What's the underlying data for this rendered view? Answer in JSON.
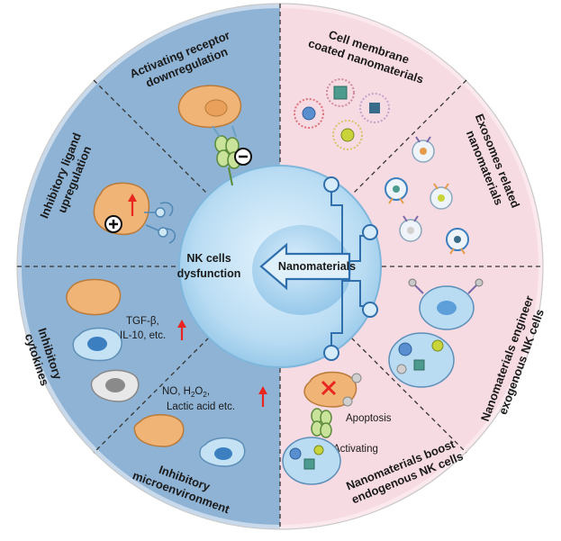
{
  "labels": {
    "activating_receptor_downregulation": [
      "Activating receptor",
      "downregulation"
    ],
    "inhibitory_ligand_upregulation": [
      "Inhibitory ligand",
      "upregulation"
    ],
    "inhibitory_cytokines": [
      "Inhibitory",
      "cytokines"
    ],
    "inhibitory_microenvironment": [
      "Inhibitory",
      "microenvironment"
    ],
    "cell_membrane_coated": [
      "Cell membrane",
      "coated nanomaterials"
    ],
    "exosomes_related": [
      "Exosomes related",
      "nanomaterials"
    ],
    "nanomaterials_engineer_exogenous": [
      "Nanomaterials engineer",
      "exogenous NK cells"
    ],
    "nanomaterials_boost_endogenous": [
      "Nanomaterials boost",
      "endogenous NK cells"
    ]
  },
  "center": {
    "nk_dysfunction": [
      "NK cells",
      "dysfunction"
    ],
    "arrow_label": "Nanomaterials"
  },
  "annotations": {
    "tgf": [
      "TGF-β,",
      "IL-10, etc."
    ],
    "no_h2o2_1": "NO, H",
    "no_h2o2_sub": "2",
    "no_h2o2_2": "O",
    "no_h2o2_sub2": "2",
    "no_h2o2_3": ",",
    "lactic": "Lactic acid etc.",
    "apoptosis": "Apoptosis",
    "activating": "Activating"
  },
  "colors": {
    "left_bg": "#8fb3d4",
    "right_bg": "#f7dbe3",
    "nk_cell": "#b9dcf3",
    "tumor": "#f0b477",
    "arrow_red": "#e8261f",
    "dashed": "#333333"
  }
}
